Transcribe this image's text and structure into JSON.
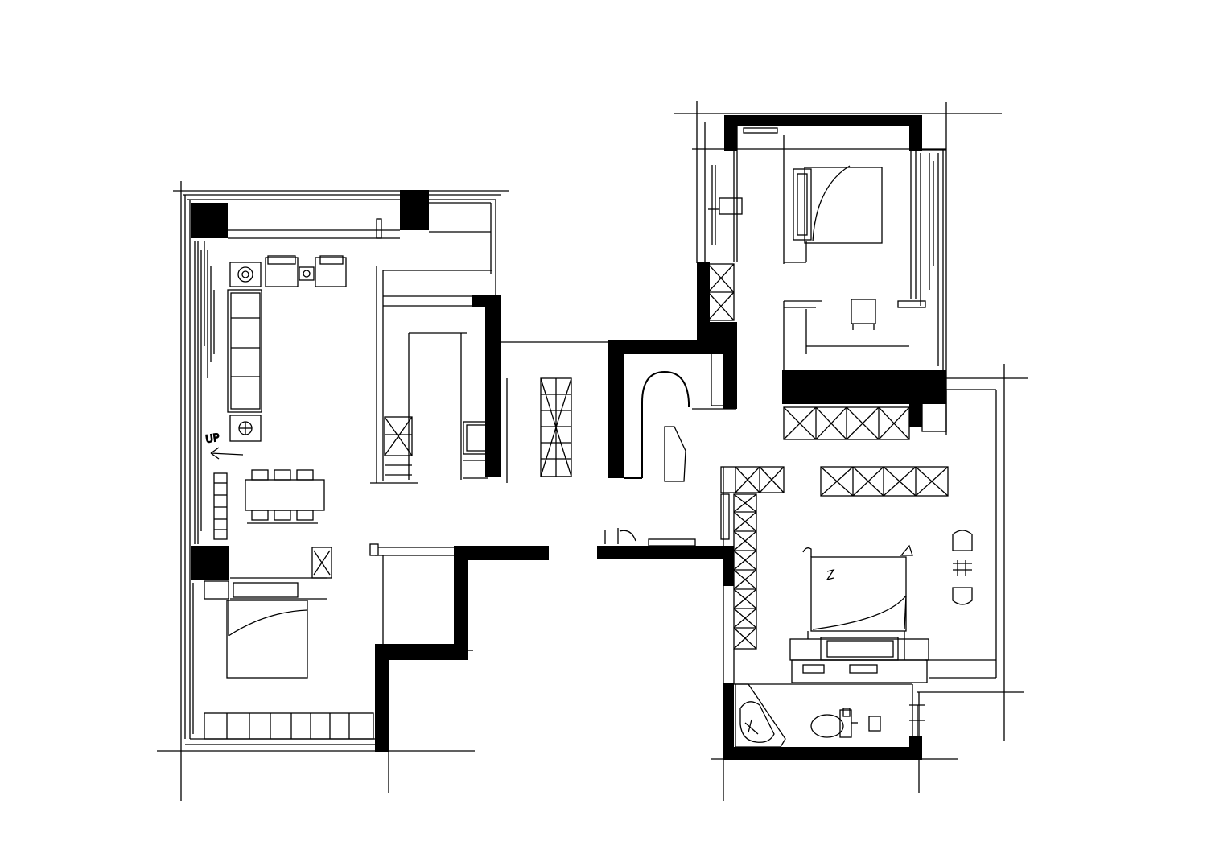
{
  "drawing": {
    "kind": "floor-plan-sketch",
    "annotations": {
      "up_mark": "UP"
    },
    "colors": {
      "ink": "#000000",
      "paper": "#ffffff"
    },
    "zones": [
      "left-wing",
      "corridor",
      "upper-right-bedroom",
      "lower-right-bedroom",
      "bathroom"
    ]
  }
}
